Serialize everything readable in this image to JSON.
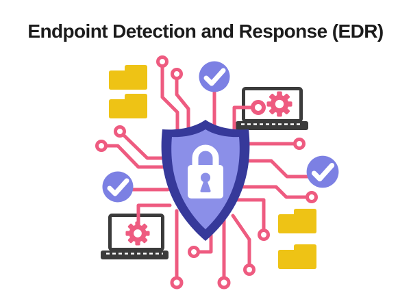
{
  "title": "Endpoint Detection and Response (EDR)",
  "colors": {
    "background": "#ffffff",
    "title": "#1b1b1b",
    "trace": "#ee5b80",
    "folder": "#eec315",
    "check_circle": "#7c80e3",
    "shield_outer": "#36399a",
    "shield_inner": "#8b8fe8",
    "laptop": "#3b3b3b"
  },
  "icons": [
    {
      "name": "shield-lock-icon",
      "count": 1
    },
    {
      "name": "check-circle-icon",
      "count": 3
    },
    {
      "name": "folder-icon",
      "count": 4
    },
    {
      "name": "laptop-gear-icon",
      "count": 2
    },
    {
      "name": "circuit-trace",
      "count": 16
    }
  ]
}
